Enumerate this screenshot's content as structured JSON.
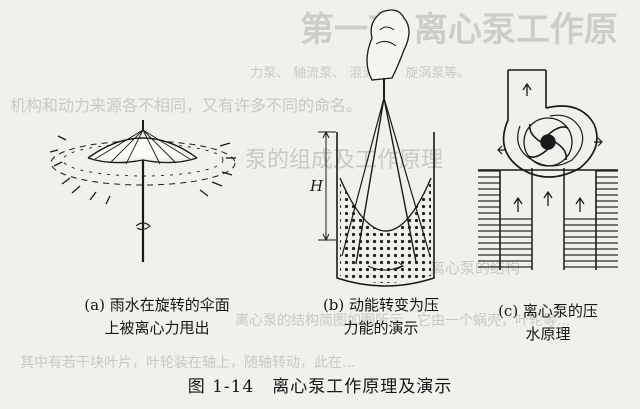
{
  "figure": {
    "bleed_through": {
      "heading": "第一节 离心泵工作原",
      "line1": "力泵、 轴流泵、 混流泵、 旋涡泵等。",
      "line2": "机构和动力来源各不相同，又有许多不同的命名。",
      "line3": "泵的组成及工作原理",
      "line4": "离心泵的结构",
      "line5": "离心泵的结构简图如图所示，它由一个蜗壳，叶轮等...",
      "line6": "其中有若干块叶片，叶轮装在轴上，随轴转动，此在..."
    },
    "panels": [
      {
        "id": "a",
        "caption_line1": "(a) 雨水在旋转的伞面",
        "caption_line2": "上被离心力甩出"
      },
      {
        "id": "b",
        "caption_line1": "(b) 动能转变为压",
        "caption_line2": "力能的演示",
        "height_label": "H"
      },
      {
        "id": "c",
        "caption_line1": "(c) 离心泵的压",
        "caption_line2": "水原理"
      }
    ],
    "title": "图 1-14　离心泵工作原理及演示"
  }
}
